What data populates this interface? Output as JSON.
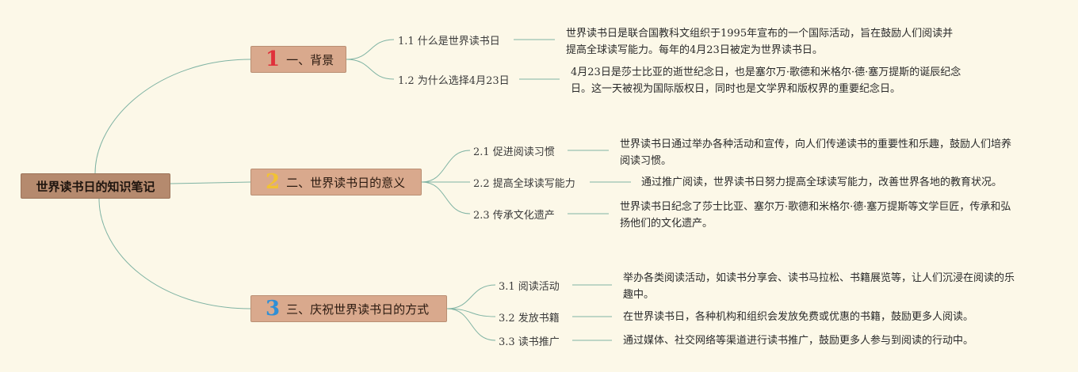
{
  "root": {
    "label": "世界读书日的知识笔记"
  },
  "branches": [
    {
      "number": "1",
      "number_color": "#e0303a",
      "label": "一、背景",
      "children": [
        {
          "label": "1.1 什么是世界读书日",
          "desc": "世界读书日是联合国教科文组织于1995年宣布的一个国际活动，旨在鼓励人们阅读并提高全球读写能力。每年的4月23日被定为世界读书日。"
        },
        {
          "label": "1.2 为什么选择4月23日",
          "desc": "4月23日是莎士比亚的逝世纪念日，也是塞尔万·歌德和米格尔·德·塞万提斯的诞辰纪念日。这一天被视为国际版权日，同时也是文学界和版权界的重要纪念日。"
        }
      ]
    },
    {
      "number": "2",
      "number_color": "#f2c233",
      "label": "二、世界读书日的意义",
      "children": [
        {
          "label": "2.1 促进阅读习惯",
          "desc": "世界读书日通过举办各种活动和宣传，向人们传递读书的重要性和乐趣，鼓励人们培养阅读习惯。"
        },
        {
          "label": "2.2 提高全球读写能力",
          "desc": "通过推广阅读，世界读书日努力提高全球读写能力，改善世界各地的教育状况。"
        },
        {
          "label": "2.3 传承文化遗产",
          "desc": "世界读书日纪念了莎士比亚、塞尔万·歌德和米格尔·德·塞万提斯等文学巨匠，传承和弘扬他们的文化遗产。"
        }
      ]
    },
    {
      "number": "3",
      "number_color": "#2f8fd6",
      "label": "三、庆祝世界读书日的方式",
      "children": [
        {
          "label": "3.1 阅读活动",
          "desc": "举办各类阅读活动，如读书分享会、读书马拉松、书籍展览等，让人们沉浸在阅读的乐趣中。"
        },
        {
          "label": "3.2 发放书籍",
          "desc": "在世界读书日，各种机构和组织会发放免费或优惠的书籍，鼓励更多人阅读。"
        },
        {
          "label": "3.3 读书推广",
          "desc": "通过媒体、社交网络等渠道进行读书推广，鼓励更多人参与到阅读的行动中。"
        }
      ]
    }
  ],
  "colors": {
    "background": "#fcf8e8",
    "connector": "#7fb3a3",
    "root_fill": "#b58a6e",
    "branch_fill": "#d9a98d"
  }
}
